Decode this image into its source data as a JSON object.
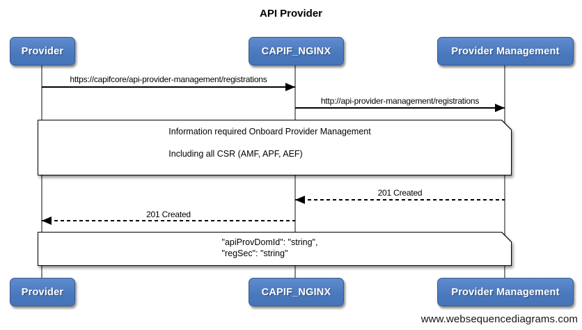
{
  "title": "API Provider",
  "watermark": "www.websequencediagrams.com",
  "actors": [
    {
      "label": "Provider"
    },
    {
      "label": "CAPIF_NGINX"
    },
    {
      "label": "Provider Management"
    }
  ],
  "messages": [
    {
      "from": "Provider",
      "to": "CAPIF_NGINX",
      "line": "solid",
      "label": "https://capifcore/api-provider-management/registrations"
    },
    {
      "from": "CAPIF_NGINX",
      "to": "Provider Management",
      "line": "solid",
      "label": "http://api-provider-management/registrations"
    },
    {
      "from": "Provider Management",
      "to": "CAPIF_NGINX",
      "line": "dashed",
      "label": "201 Created"
    },
    {
      "from": "CAPIF_NGINX",
      "to": "Provider",
      "line": "dashed",
      "label": "201 Created"
    }
  ],
  "notes": [
    {
      "lines": [
        "Information required Onboard Provider Management",
        "",
        "Including all CSR (AMF, APF, AEF)"
      ]
    },
    {
      "lines": [
        "\"apiProvDomId\": \"string\",",
        "\"regSec\": \"string\""
      ]
    }
  ],
  "colors": {
    "actor_fill": "#4a78bd",
    "actor_border": "#38598f",
    "actor_text": "#ffffff",
    "line": "#000000",
    "lifeline": "#858585",
    "note_fill": "#ffffff",
    "background": "#ffffff"
  }
}
